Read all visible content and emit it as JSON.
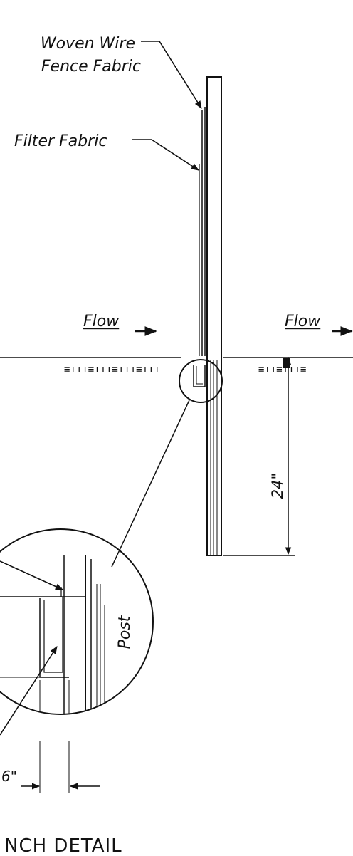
{
  "labels": {
    "woven_wire_line1": "Woven Wire",
    "woven_wire_line2": "Fence Fabric",
    "filter_fabric": "Filter Fabric",
    "flow_left": "Flow",
    "flow_right": "Flow",
    "depth_dim": "24\"",
    "post": "Post",
    "trench_dim": "6\"",
    "detail_title": "NCH DETAIL"
  },
  "colors": {
    "ink": "#111111",
    "paper": "#ffffff"
  }
}
